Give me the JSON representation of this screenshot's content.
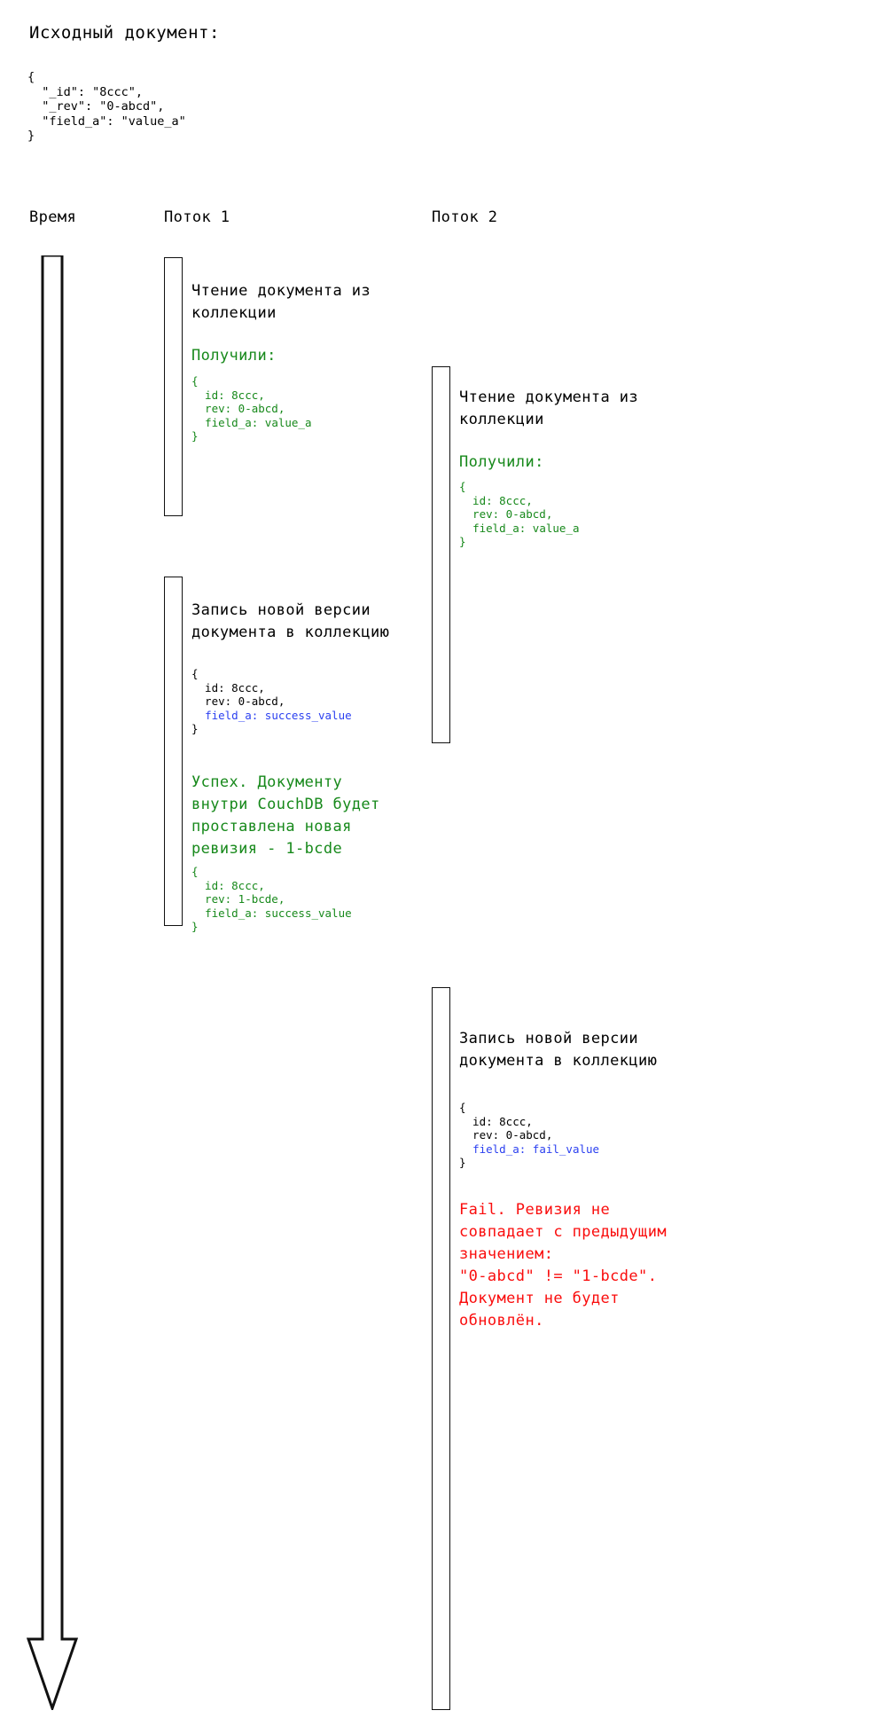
{
  "source": {
    "title": "Исходный документ:",
    "code": "{\n  \"_id\": \"8ccc\",\n  \"_rev\": \"0-abcd\",\n  \"field_a\": \"value_a\"\n}"
  },
  "columns": {
    "time": "Время",
    "flow1": "Поток 1",
    "flow2": "Поток 2"
  },
  "colors": {
    "success": "#17891b",
    "fail": "#fa0d0d",
    "highlight": "#2a3ff0",
    "text": "#000000",
    "bar_stroke": "#111111"
  },
  "flow1": {
    "step1": {
      "heading": "Чтение документа из\nколлекции",
      "note": "Получили:",
      "code_head": "{\n  id: 8ccc,\n  rev: 0-abcd,\n  ",
      "code_hl": "field_a: value_a",
      "code_tail": "\n}"
    },
    "step2": {
      "heading": "Запись новой версии\nдокумента в коллекцию",
      "code_head": "{\n  id: 8ccc,\n  rev: 0-abcd,\n  ",
      "code_hl": "field_a: success_value",
      "code_tail": "\n}",
      "note": "Успех. Документу\nвнутри CouchDB будет\nпроставлена новая\nревизия - 1-bcde",
      "code2_head": "{\n  id: 8ccc,\n  rev: 1-bcde,\n  ",
      "code2_hl": "field_a: success_value",
      "code2_tail": "\n}"
    }
  },
  "flow2": {
    "step1": {
      "heading": "Чтение документа из\nколлекции",
      "note": "Получили:",
      "code_head": "{\n  id: 8ccc,\n  rev: 0-abcd,\n  ",
      "code_hl": "field_a: value_a",
      "code_tail": "\n}"
    },
    "step2": {
      "heading": "Запись новой версии\nдокумента в коллекцию",
      "code_head": "{\n  id: 8ccc,\n  rev: 0-abcd,\n  ",
      "code_hl": "field_a: fail_value",
      "code_tail": "\n}",
      "note": "Fail. Ревизия не\nсовпадает с предыдущим\nзначением:\n\"0-abcd\" != \"1-bcde\".\nДокумент не будет\nобновлён."
    }
  }
}
